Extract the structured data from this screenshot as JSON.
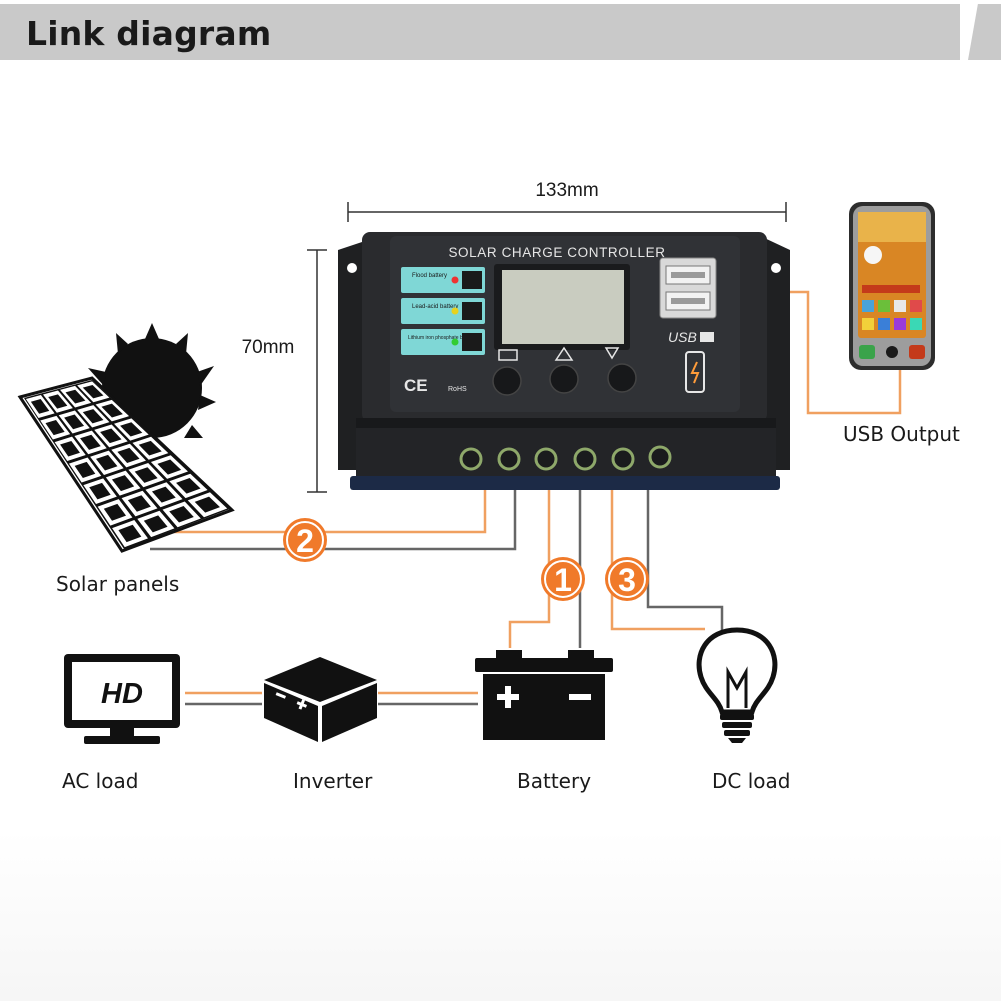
{
  "header": {
    "title": "Link diagram"
  },
  "dimensions": {
    "width_label": "133mm",
    "height_label": "70mm"
  },
  "controller": {
    "title": "SOLAR CHARGE CONTROLLER",
    "battery_types": [
      "Flood battery",
      "Lead-acid battery",
      "Lithium iron phosphate battery"
    ],
    "usb_mark": "USB",
    "cert_marks": [
      "CE",
      "RoHS"
    ]
  },
  "devices": {
    "usb_output": "USB Output",
    "solar_panels": "Solar panels",
    "ac_load": "AC load",
    "inverter": "Inverter",
    "battery": "Battery",
    "dc_load": "DC load",
    "monitor_text": "HD"
  },
  "connections": [
    {
      "number": "1",
      "to": "Battery"
    },
    {
      "number": "2",
      "to": "Solar panels"
    },
    {
      "number": "3",
      "to": "DC load"
    }
  ],
  "colors": {
    "wire_orange": "#f0a060",
    "badge_orange": "#f07a2a",
    "wire_gray": "#666666",
    "header_bg": "#c9c9c9"
  }
}
